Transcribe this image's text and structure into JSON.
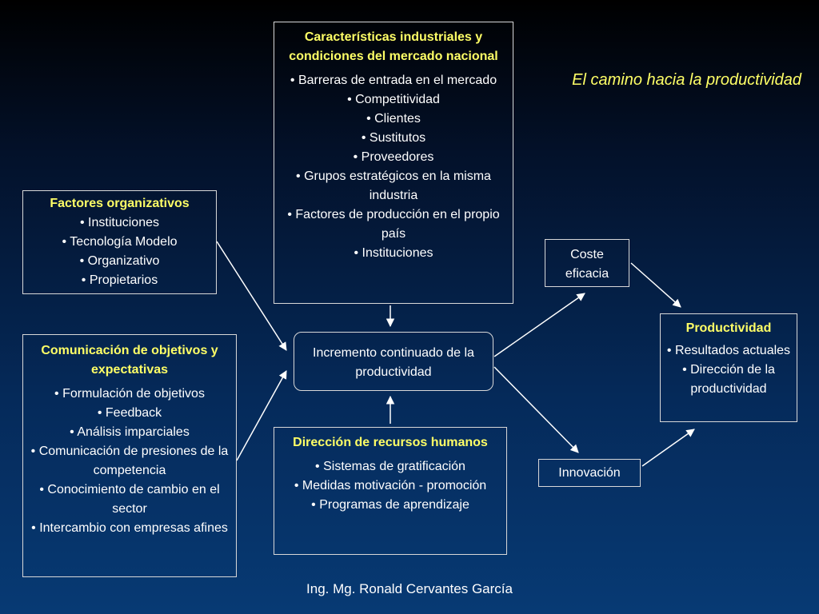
{
  "subtitle": "El camino hacia la productividad",
  "footer": "Ing. Mg. Ronald Cervantes García",
  "mercado": {
    "title": "Características industriales y condiciones del mercado nacional",
    "items": [
      "• Barreras de entrada en el mercado",
      "• Competitividad",
      "• Clientes",
      "• Sustitutos",
      "• Proveedores",
      "• Grupos estratégicos en la misma industria",
      "• Factores de producción en el propio país",
      "• Instituciones"
    ]
  },
  "factores": {
    "title": "Factores organizativos",
    "items": [
      "• Instituciones",
      "• Tecnología Modelo",
      "• Organizativo",
      "• Propietarios"
    ]
  },
  "comunicacion": {
    "title": "Comunicación de objetivos y expectativas",
    "items": [
      "• Formulación de objetivos",
      "• Feedback",
      "• Análisis imparciales",
      "• Comunicación de presiones de la competencia",
      "• Conocimiento de cambio en el sector",
      "• Intercambio con empresas afines"
    ]
  },
  "direccion": {
    "title": "Dirección de recursos humanos",
    "items": [
      "• Sistemas de gratificación",
      "• Medidas motivación - promoción",
      "• Programas de aprendizaje"
    ]
  },
  "incremento": {
    "label": "Incremento continuado de la productividad"
  },
  "coste": {
    "label": "Coste eficacia"
  },
  "innovacion": {
    "label": "Innovación"
  },
  "productividad": {
    "title": "Productividad",
    "items": [
      "• Resultados actuales",
      "• Dirección de la productividad"
    ]
  },
  "colors": {
    "heading": "#ffff66",
    "text": "#ffffff",
    "border": "#d8d8d8",
    "arrow": "#ffffff"
  }
}
